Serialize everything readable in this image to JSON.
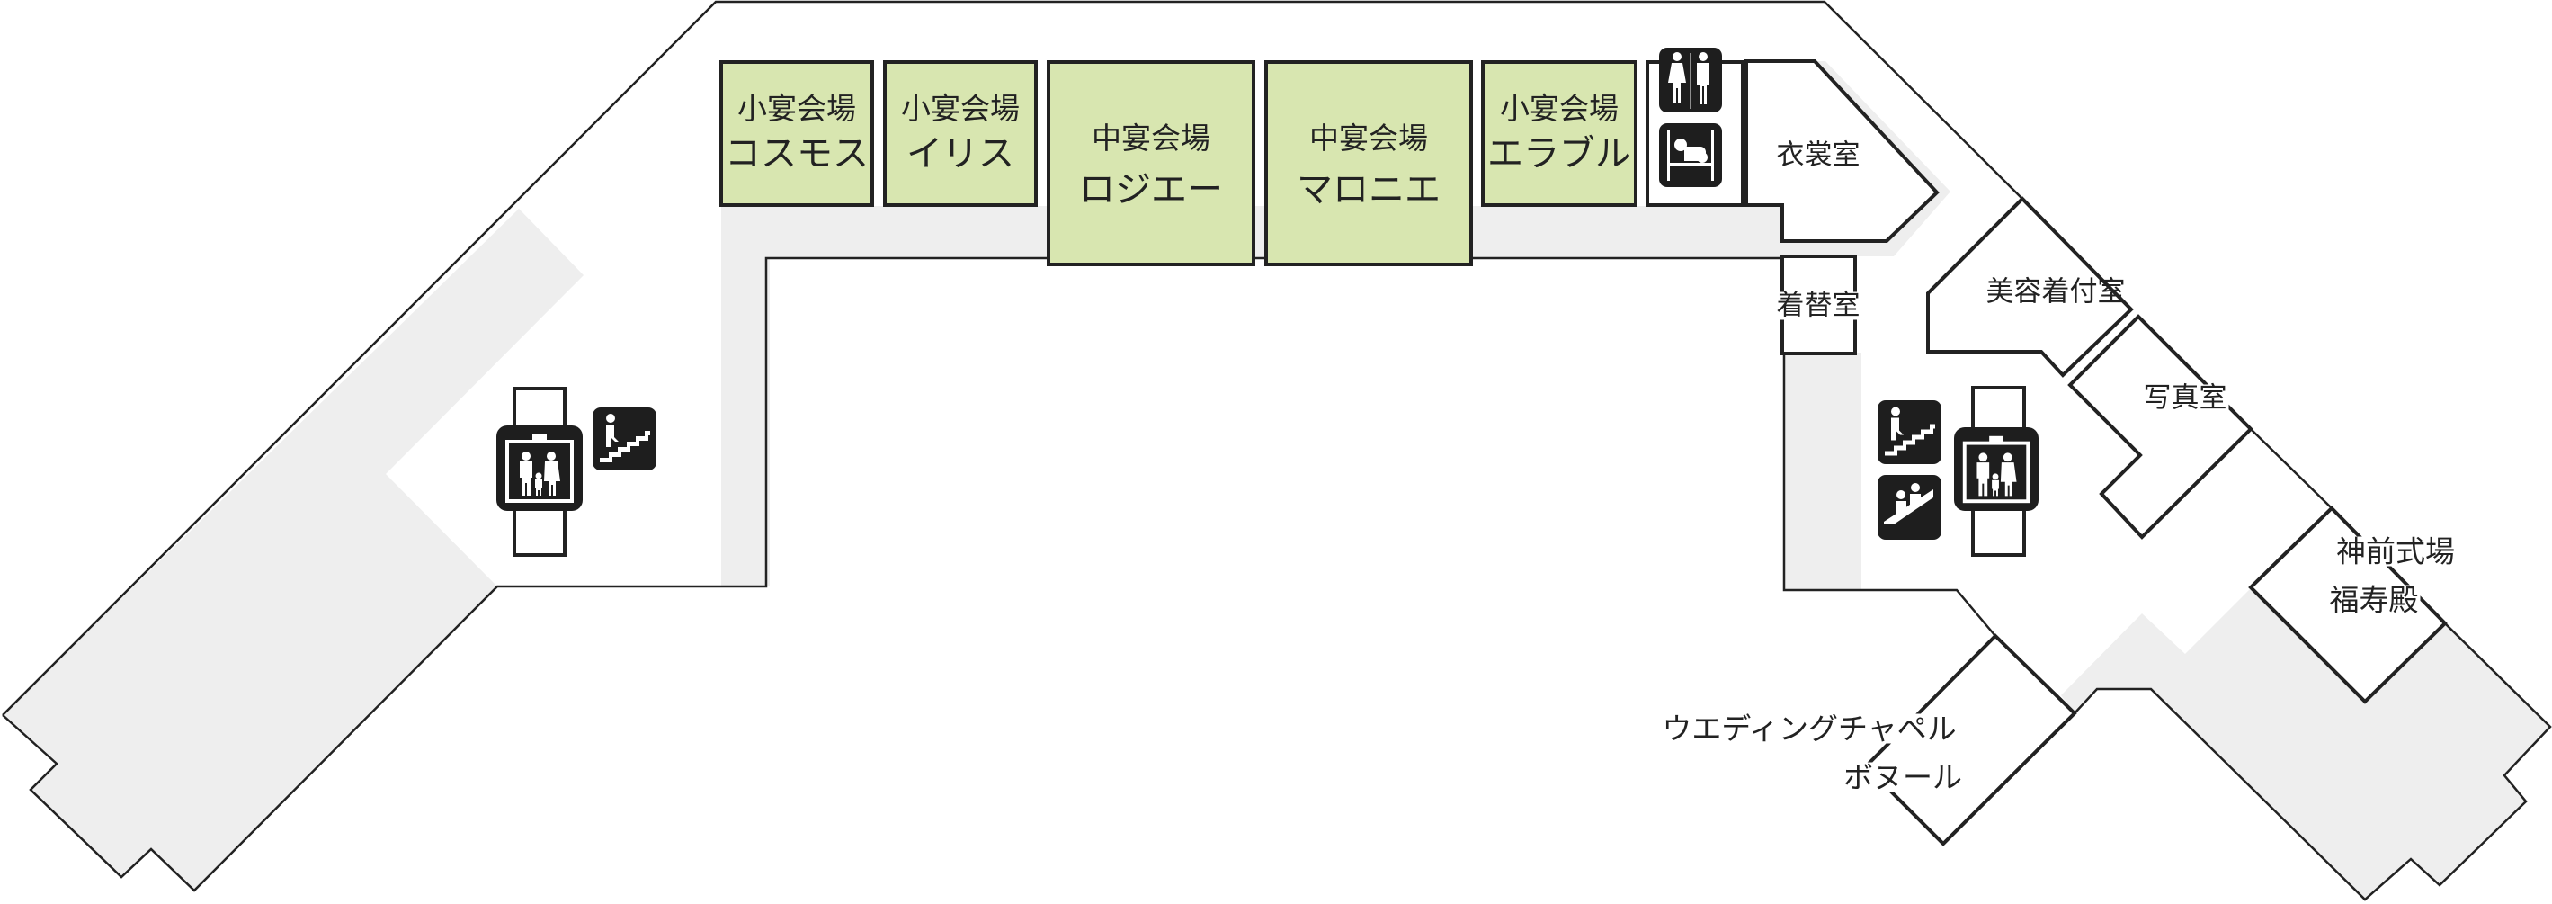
{
  "map": {
    "colors": {
      "room_fill": "#d8e6b0",
      "corridor_gray": "#eeeeee",
      "line": "#222222",
      "icon_bg": "#1e1e1e"
    },
    "banquet_rooms": [
      {
        "type": "小宴会場",
        "name": "コスモス"
      },
      {
        "type": "小宴会場",
        "name": "イリス"
      },
      {
        "type": "中宴会場",
        "name": "ロジエー"
      },
      {
        "type": "中宴会場",
        "name": "マロニエ"
      },
      {
        "type": "小宴会場",
        "name": "エラブル"
      }
    ],
    "rooms": {
      "costume": "衣裳室",
      "changing": "着替室",
      "beauty": "美容着付室",
      "photo": "写真室",
      "shrine_line1": "神前式場",
      "shrine_line2": "福寿殿",
      "chapel_line1": "ウエディングチャペル",
      "chapel_line2": "ボヌール"
    },
    "icons": {
      "restroom": "restroom-icon",
      "baby_room": "baby-changing-icon",
      "elevator_left": "elevator-icon",
      "stairs_left": "stairs-icon",
      "elevator_right": "elevator-icon",
      "stairs_right": "stairs-icon",
      "escalator_right": "escalator-icon"
    }
  }
}
